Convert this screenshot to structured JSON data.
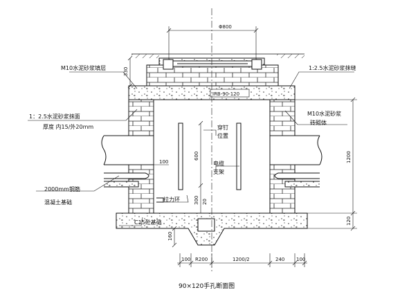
{
  "caption": "90×120手孔断面图",
  "cover_label": "IRB-90-120",
  "labels": {
    "m10_plaster": "M10水泥砂浆填层",
    "mortar_joint": "1:2.5水泥砂浆抹缝",
    "mortar_plaster": "1：2.5水泥砂浆抹面",
    "thickness": "厚度  内15/外20mm",
    "m10_wall_1": "M10水泥砂浆",
    "m10_wall_2": "砖砌体",
    "nail_1": "穿钉",
    "nail_2": "位置",
    "cable_1": "电缆",
    "cable_2": "支架",
    "pipe_1": "2000mm钢筋",
    "pipe_2": "混凝土基础",
    "pull_ring": "拉力环",
    "c15": "C15砼基础"
  },
  "dims": {
    "top_width": "Φ800",
    "d330": "330",
    "d600": "600",
    "d300": "300",
    "d20": "20",
    "d100": "100",
    "d1200_right": "1200",
    "d120_right": "120",
    "d160": "160",
    "b100_left": "100",
    "b_r200": "R200",
    "b_half": "1200/2",
    "b240": "240",
    "b100_right": "100"
  }
}
